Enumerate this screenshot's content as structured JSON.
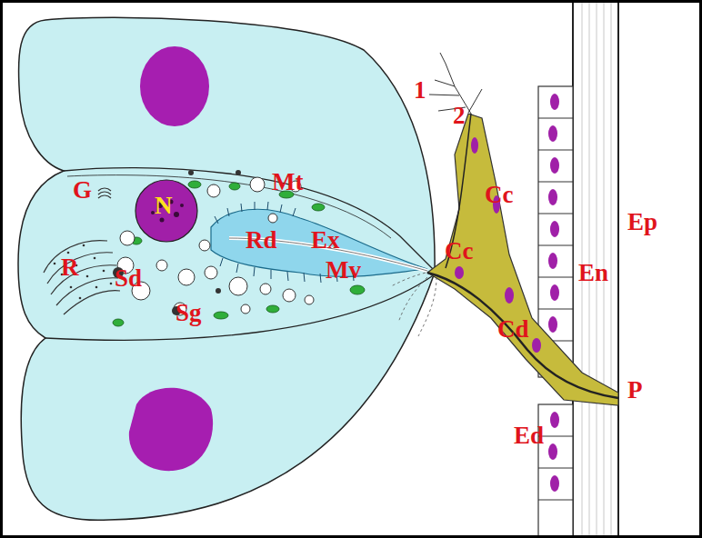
{
  "diagram": {
    "labels": [
      "1",
      "2",
      "G",
      "Mt",
      "N",
      "Cc",
      "Ep",
      "Rd",
      "Ex",
      "Cc",
      "R",
      "Sd",
      "Mv",
      "En",
      "Sg",
      "Cd",
      "P",
      "Ed"
    ]
  }
}
